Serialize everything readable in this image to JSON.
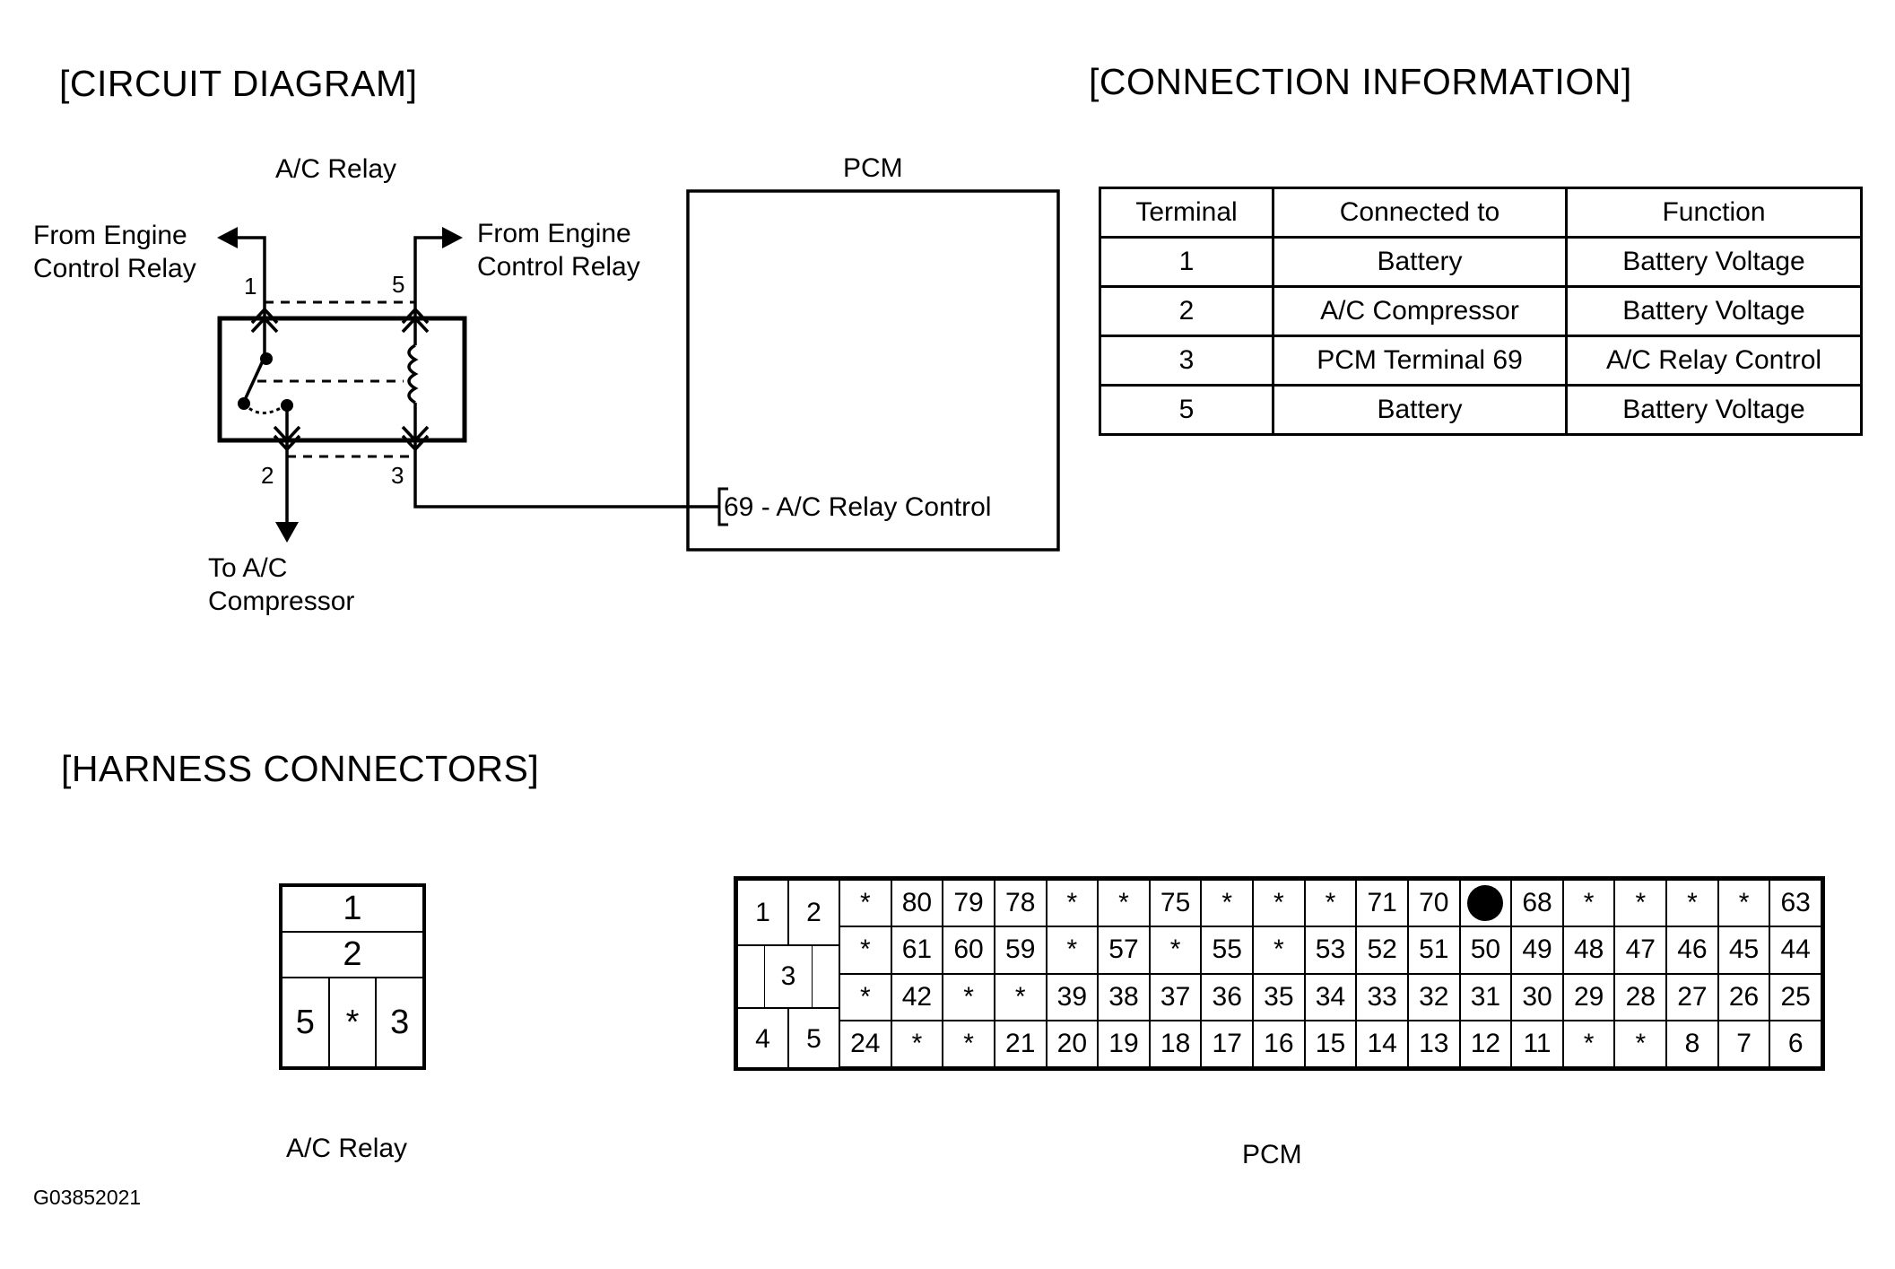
{
  "titles": {
    "circuit": "[CIRCUIT DIAGRAM]",
    "connection": "[CONNECTION INFORMATION]",
    "harness": "[HARNESS CONNECTORS]"
  },
  "circuit": {
    "relay_label": "A/C Relay",
    "pcm_label": "PCM",
    "from_engine_left": [
      "From Engine",
      "Control Relay"
    ],
    "from_engine_right": [
      "From Engine",
      "Control Relay"
    ],
    "to_compressor": [
      "To A/C",
      "Compressor"
    ],
    "pins": [
      "1",
      "5",
      "2",
      "3"
    ],
    "pcm_terminal": "69 - A/C Relay Control"
  },
  "connection_table": {
    "headers": [
      "Terminal",
      "Connected to",
      "Function"
    ],
    "rows": [
      [
        "1",
        "Battery",
        "Battery Voltage"
      ],
      [
        "2",
        "A/C Compressor",
        "Battery Voltage"
      ],
      [
        "3",
        "PCM Terminal 69",
        "A/C Relay Control"
      ],
      [
        "5",
        "Battery",
        "Battery Voltage"
      ]
    ]
  },
  "relay_connector": {
    "row1": "1",
    "row2": "2",
    "bottom": [
      "5",
      "*",
      "3"
    ],
    "caption": "A/C Relay"
  },
  "pcm_connector": {
    "left_cells": [
      "1",
      "2",
      "3",
      "4",
      "5"
    ],
    "rows": [
      [
        "*",
        "80",
        "79",
        "78",
        "*",
        "*",
        "75",
        "*",
        "*",
        "*",
        "71",
        "70",
        "●",
        "68",
        "*",
        "*",
        "*",
        "*",
        "63"
      ],
      [
        "*",
        "61",
        "60",
        "59",
        "*",
        "57",
        "*",
        "55",
        "*",
        "53",
        "52",
        "51",
        "50",
        "49",
        "48",
        "47",
        "46",
        "45",
        "44"
      ],
      [
        "*",
        "42",
        "*",
        "*",
        "39",
        "38",
        "37",
        "36",
        "35",
        "34",
        "33",
        "32",
        "31",
        "30",
        "29",
        "28",
        "27",
        "26",
        "25"
      ],
      [
        "24",
        "*",
        "*",
        "21",
        "20",
        "19",
        "18",
        "17",
        "16",
        "15",
        "14",
        "13",
        "12",
        "11",
        "*",
        "*",
        "8",
        "7",
        "6"
      ]
    ],
    "caption": "PCM"
  },
  "figure_code": "G03852021"
}
